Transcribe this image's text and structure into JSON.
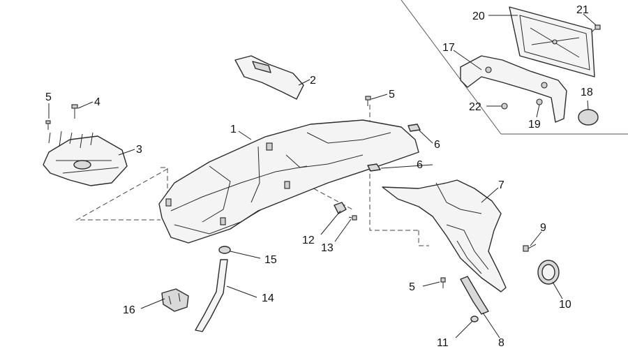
{
  "callouts": {
    "c1": "1",
    "c2": "2",
    "c3": "3",
    "c4": "4",
    "c5a": "5",
    "c5b": "5",
    "c5c": "5",
    "c6a": "6",
    "c6b": "6",
    "c7": "7",
    "c8": "8",
    "c9": "9",
    "c10": "10",
    "c11": "11",
    "c12": "12",
    "c13": "13",
    "c14": "14",
    "c15": "15",
    "c16": "16",
    "c17": "17",
    "c18": "18",
    "c19": "19",
    "c20": "20",
    "c21": "21",
    "c22": "22"
  }
}
